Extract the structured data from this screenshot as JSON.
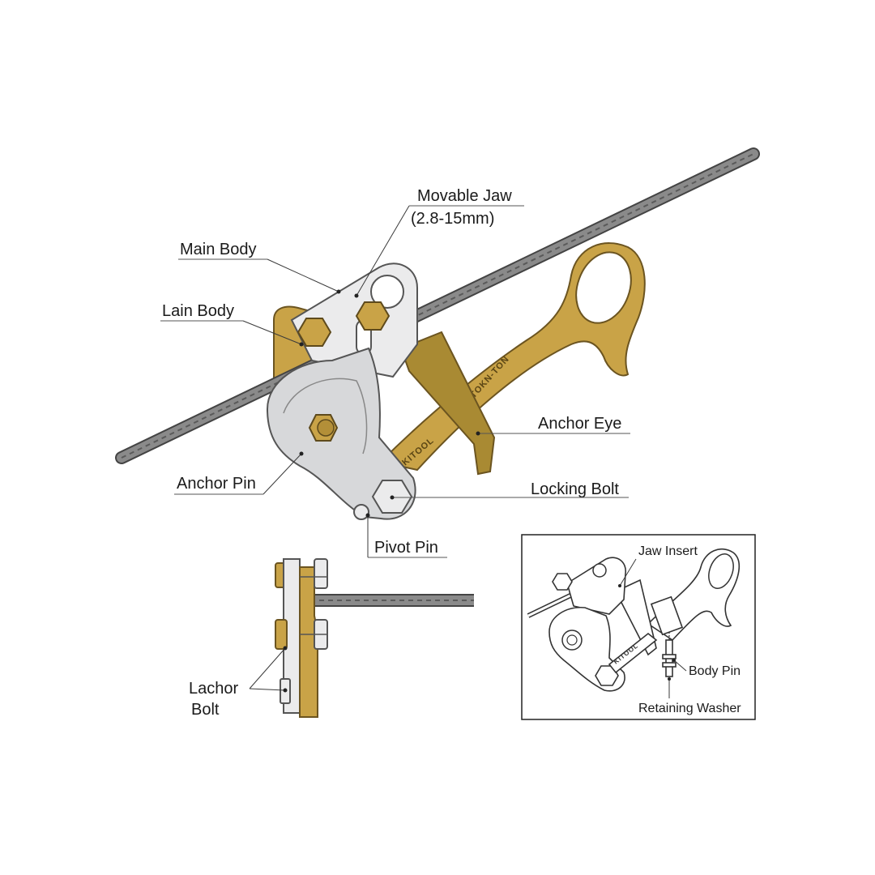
{
  "main_labels": {
    "movable_jaw_line1": "Movable Jaw",
    "movable_jaw_line2": "(2.8-15mm)",
    "main_body": "Main Body",
    "lain_body": "Lain Body",
    "anchor_eye": "Anchor Eye",
    "anchor_pin": "Anchor Pin",
    "locking_bolt": "Locking Bolt",
    "pivot_pin": "Pivot Pin"
  },
  "side_view_labels": {
    "lachor_bolt_line1": "Lachor",
    "lachor_bolt_line2": "Bolt"
  },
  "inset_labels": {
    "jaw_insert": "Jaw Insert",
    "body_pin": "Body Pin",
    "retaining_washer": "Retaining Washer"
  },
  "stamps": {
    "handle_upper": "TOKN-TON",
    "handle_lower": "KITOOL",
    "inset_handle": "KITOOL"
  },
  "colors": {
    "brass": "#c9a347",
    "steel": "#d7d8da",
    "cable": "#6e6e6e"
  }
}
